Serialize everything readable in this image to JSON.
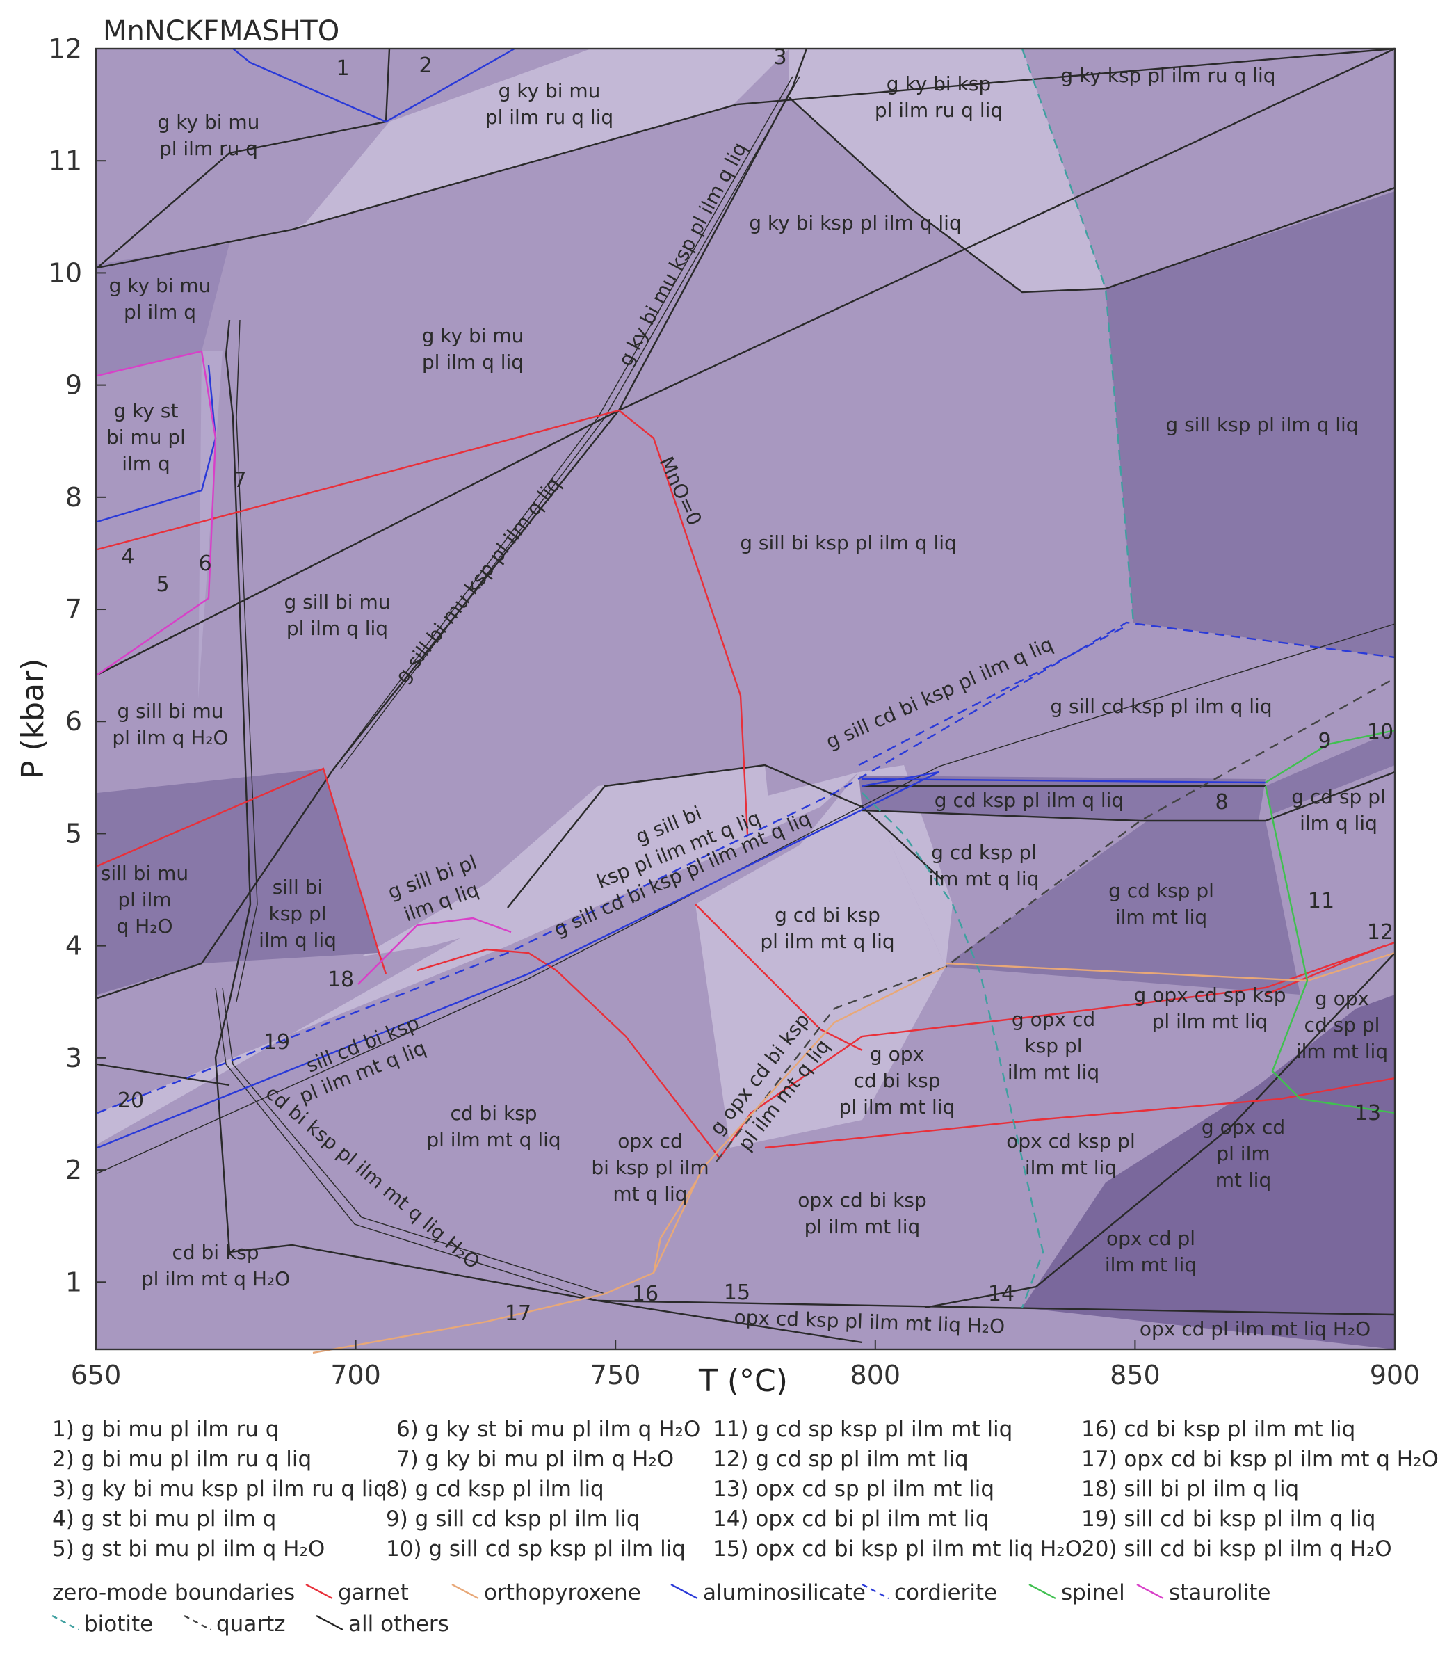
{
  "system": "MnNCKFMASHTO",
  "axes": {
    "x_label": "T (°C)",
    "y_label": "P (kbar)",
    "x_ticks": [
      "650",
      "700",
      "750",
      "800",
      "850",
      "900"
    ],
    "y_ticks": [
      "1",
      "2",
      "3",
      "4",
      "5",
      "6",
      "7",
      "8",
      "9",
      "10",
      "11",
      "12"
    ]
  },
  "fields": [
    {
      "id": "f1",
      "lines": [
        "g ky bi mu",
        "pl ilm ru q"
      ]
    },
    {
      "id": "f2",
      "lines": [
        "g ky bi mu",
        "pl ilm ru q liq"
      ]
    },
    {
      "id": "f3",
      "lines": [
        "g ky bi ksp",
        "pl ilm ru q liq"
      ]
    },
    {
      "id": "f4",
      "lines": [
        "g ky ksp pl ilm ru q liq"
      ]
    },
    {
      "id": "f5",
      "lines": [
        "g ky bi ksp pl ilm q liq"
      ]
    },
    {
      "id": "f6",
      "lines": [
        "g ky bi mu",
        "pl ilm q"
      ]
    },
    {
      "id": "f7",
      "lines": [
        "g ky bi mu",
        "pl ilm q liq"
      ]
    },
    {
      "id": "f8",
      "lines": [
        "g ky st",
        "bi mu pl",
        "ilm q"
      ]
    },
    {
      "id": "f9",
      "lines": [
        "g sill ksp pl ilm q liq"
      ]
    },
    {
      "id": "f10",
      "lines": [
        "g sill bi ksp pl ilm q liq"
      ]
    },
    {
      "id": "f11",
      "lines": [
        "g sill bi mu",
        "pl ilm q liq"
      ]
    },
    {
      "id": "f12",
      "lines": [
        "g sill bi mu",
        "pl ilm q H₂O"
      ]
    },
    {
      "id": "f13",
      "lines": [
        "g sill cd ksp pl ilm q liq"
      ]
    },
    {
      "id": "f14",
      "lines": [
        "g cd ksp pl ilm q liq"
      ]
    },
    {
      "id": "f15",
      "lines": [
        "g cd sp pl",
        "ilm q liq"
      ]
    },
    {
      "id": "f16",
      "lines": [
        "sill bi mu",
        "pl ilm",
        "q H₂O"
      ]
    },
    {
      "id": "f17",
      "lines": [
        "sill bi",
        "ksp pl",
        "ilm q liq"
      ]
    },
    {
      "id": "f18",
      "lines": [
        "g sill bi pl",
        "ilm q liq"
      ]
    },
    {
      "id": "f19",
      "lines": [
        "g sill bi",
        "ksp pl ilm mt q liq"
      ]
    },
    {
      "id": "f20",
      "lines": [
        "g cd ksp pl",
        "ilm mt q liq"
      ]
    },
    {
      "id": "f21",
      "lines": [
        "g cd ksp pl",
        "ilm mt liq"
      ]
    },
    {
      "id": "f22",
      "lines": [
        "g cd bi ksp",
        "pl ilm mt q liq"
      ]
    },
    {
      "id": "f23",
      "lines": [
        "g opx cd sp ksp",
        "pl ilm mt liq"
      ]
    },
    {
      "id": "f24",
      "lines": [
        "g opx",
        "cd sp pl",
        "ilm mt liq"
      ]
    },
    {
      "id": "f25",
      "lines": [
        "g opx cd",
        "ksp pl",
        "ilm mt liq"
      ]
    },
    {
      "id": "f26",
      "lines": [
        "g opx",
        "cd bi ksp",
        "pl ilm mt liq"
      ]
    },
    {
      "id": "f27",
      "lines": [
        "cd bi ksp",
        "pl ilm mt q liq"
      ]
    },
    {
      "id": "f28",
      "lines": [
        "opx cd",
        "bi ksp pl ilm",
        "mt q liq"
      ]
    },
    {
      "id": "f29",
      "lines": [
        "opx cd bi ksp",
        "pl ilm mt liq"
      ]
    },
    {
      "id": "f30",
      "lines": [
        "opx cd ksp pl",
        "ilm mt liq"
      ]
    },
    {
      "id": "f31",
      "lines": [
        "g opx cd",
        "pl ilm",
        "mt liq"
      ]
    },
    {
      "id": "f32",
      "lines": [
        "opx cd pl",
        "ilm mt liq"
      ]
    },
    {
      "id": "f33",
      "lines": [
        "cd bi ksp",
        "pl ilm mt q H₂O"
      ]
    },
    {
      "id": "f34",
      "lines": [
        "opx cd ksp pl ilm mt liq H₂O"
      ]
    },
    {
      "id": "f35",
      "lines": [
        "opx cd pl ilm mt liq H₂O"
      ]
    }
  ],
  "line_labels": [
    {
      "id": "l1",
      "text": "g ky bi mu ksp pl ilm q liq"
    },
    {
      "id": "l2",
      "text": "g sill bi mu ksp pl ilm q liq"
    },
    {
      "id": "l3",
      "text": "MnO=0"
    },
    {
      "id": "l4",
      "text": "g sill cd bi ksp pl ilm q liq"
    },
    {
      "id": "l5",
      "text": "g sill cd bi ksp pl ilm mt q liq"
    },
    {
      "id": "l6",
      "text": "sill cd bi ksp"
    },
    {
      "id": "l7",
      "text": "pl ilm mt q liq"
    },
    {
      "id": "l8",
      "text": "g opx cd bi ksp"
    },
    {
      "id": "l9",
      "text": "pl ilm mt q liq"
    },
    {
      "id": "l10",
      "text": "cd bi ksp pl ilm mt q liq H₂O"
    }
  ],
  "small_numbers": [
    {
      "id": "n1",
      "text": "1"
    },
    {
      "id": "n2",
      "text": "2"
    },
    {
      "id": "n3",
      "text": "3"
    },
    {
      "id": "n4",
      "text": "4"
    },
    {
      "id": "n5",
      "text": "5"
    },
    {
      "id": "n6",
      "text": "6"
    },
    {
      "id": "n7",
      "text": "7"
    },
    {
      "id": "n8",
      "text": "8"
    },
    {
      "id": "n9",
      "text": "9"
    },
    {
      "id": "n10",
      "text": "10"
    },
    {
      "id": "n11",
      "text": "11"
    },
    {
      "id": "n12",
      "text": "12"
    },
    {
      "id": "n13",
      "text": "13"
    },
    {
      "id": "n14",
      "text": "14"
    },
    {
      "id": "n15",
      "text": "15"
    },
    {
      "id": "n16",
      "text": "16"
    },
    {
      "id": "n17",
      "text": "17"
    },
    {
      "id": "n18",
      "text": "18"
    },
    {
      "id": "n19",
      "text": "19"
    },
    {
      "id": "n20",
      "text": "20"
    }
  ],
  "legend_fields": [
    "1) g bi mu pl ilm ru q",
    "2) g bi mu pl ilm ru q liq",
    "3) g ky bi mu ksp pl ilm ru q liq",
    "4) g st  bi mu pl ilm q",
    "5) g st  bi mu pl ilm q H₂O",
    "6) g ky st  bi mu pl ilm q H₂O",
    "7) g ky  bi mu pl ilm q H₂O",
    "8) g cd ksp pl ilm liq",
    "9) g sill cd ksp pl ilm liq",
    "10) g sill cd sp ksp pl ilm liq",
    "11) g cd sp ksp pl ilm mt liq",
    "12) g cd sp pl ilm mt liq",
    "13) opx cd sp pl ilm mt liq",
    "14) opx cd bi pl ilm mt liq",
    "15) opx cd bi ksp pl ilm mt liq H₂O",
    "16) cd bi ksp pl ilm mt liq",
    "17) opx cd bi ksp pl ilm mt q H₂O",
    "18) sill bi pl ilm q liq",
    "19) sill cd bi ksp pl ilm q liq",
    "20) sill cd bi ksp pl ilm q H₂O"
  ],
  "legend_boundaries": {
    "title": "zero-mode boundaries",
    "items": [
      {
        "label": "garnet",
        "color": "#e8303a",
        "dash": "solid"
      },
      {
        "label": "orthopyroxene",
        "color": "#e8a878",
        "dash": "solid"
      },
      {
        "label": "aluminosilicate",
        "color": "#2a3ad8",
        "dash": "solid"
      },
      {
        "label": "cordierite",
        "color": "#2a3ad8",
        "dash": "dashed"
      },
      {
        "label": "spinel",
        "color": "#40c050",
        "dash": "solid"
      },
      {
        "label": "staurolite",
        "color": "#d840c8",
        "dash": "solid"
      },
      {
        "label": "biotite",
        "color": "#40a0a0",
        "dash": "dashed"
      },
      {
        "label": "quartz",
        "color": "#444444",
        "dash": "dashed"
      },
      {
        "label": "all others",
        "color": "#222222",
        "dash": "solid"
      }
    ]
  },
  "colors": {
    "field_base": "#a898c0",
    "field_light": "#c3b8d6",
    "field_dark": "#8878a8",
    "field_darker": "#7a689c"
  }
}
